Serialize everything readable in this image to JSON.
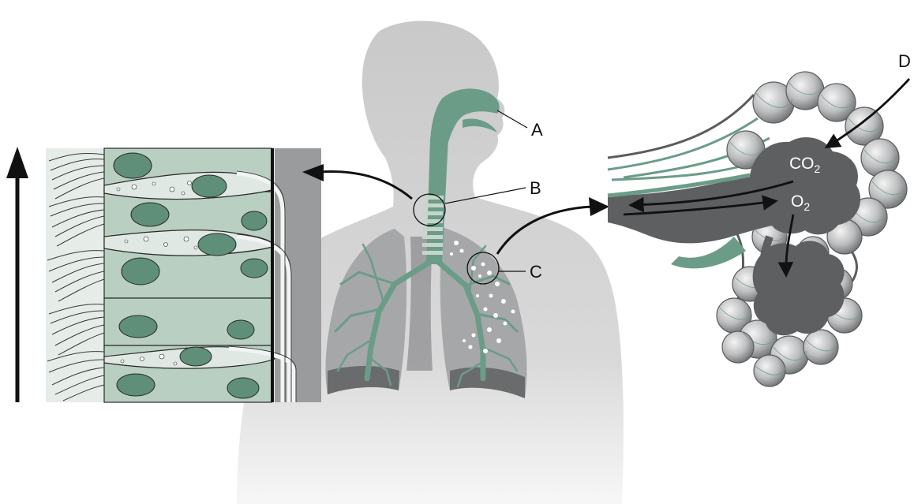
{
  "labels": {
    "a": "A",
    "b": "B",
    "c": "C",
    "d": "D"
  },
  "gases": {
    "co2_main": "CO",
    "co2_sub": "2",
    "o2_main": "O",
    "o2_sub": "2"
  },
  "colors": {
    "airway_green": "#6b9c88",
    "silhouette_gray": "#c9c9ca",
    "lung_gray": "#a3a4a6",
    "alveolus_dark": "#5e5f61",
    "cell_fill": "#b8cfc0",
    "nucleus": "#5f8f78",
    "label_text": "#111111"
  }
}
